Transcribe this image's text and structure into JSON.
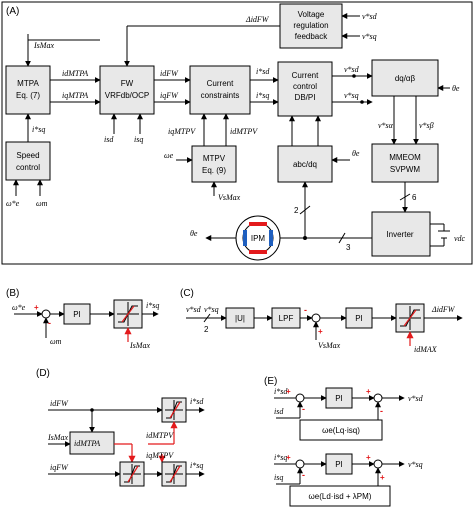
{
  "sections": {
    "a": "(A)",
    "b": "(B)",
    "c": "(C)",
    "d": "(D)",
    "e": "(E)"
  },
  "blocks": {
    "mtpa": [
      "MTPA",
      "Eq. (7)"
    ],
    "fw": [
      "FW",
      "VRFdb/OCP"
    ],
    "current_constraints": [
      "Current",
      "constraints"
    ],
    "current_control": [
      "Current",
      "control",
      "DB/PI"
    ],
    "voltage_reg": [
      "Voltage",
      "regulation",
      "feedback"
    ],
    "dq_ab": "dq/αβ",
    "speed_control": [
      "Speed",
      "control"
    ],
    "mtpv": [
      "MTPV",
      "Eq. (9)"
    ],
    "abc_dq": "abc/dq",
    "mmeom": [
      "MMEOM",
      "SVPWM"
    ],
    "inverter": "Inverter",
    "ipm": "IPM",
    "pi": "PI",
    "u_abs": "|U|",
    "lpf": "LPF",
    "i_dmtpa": "iᵈᴹᵀᴾᴬ",
    "omega_term": "ωe(Lq·isq)",
    "omega_term2": "ωe(Ld·isd + λPM)"
  },
  "signals": {
    "isMax": "IsMax",
    "id_mtpa": "idMTPA",
    "iq_mtpa": "iqMTPA",
    "id_fw": "idFW",
    "iq_fw": "iqFW",
    "isd_ref": "i*sd",
    "isq_ref": "i*sq",
    "vsd_ref": "v*sd",
    "vsq_ref": "v*sq",
    "delta_id_fw": "ΔidFW",
    "theta_e": "θe",
    "vsa_ref": "v*sα",
    "vsb_ref": "v*sβ",
    "isd": "isd",
    "isq": "isq",
    "iq_mtpv": "iqMTPV",
    "id_mtpv": "idMTPV",
    "omega_e": "ωe",
    "omega_e_ref": "ω*e",
    "omega_m": "ωm",
    "vsmax": "VsMax",
    "vdc": "vdc",
    "wire2": "2",
    "wire3": "3",
    "wire6": "6",
    "id_max": "idMAX"
  }
}
